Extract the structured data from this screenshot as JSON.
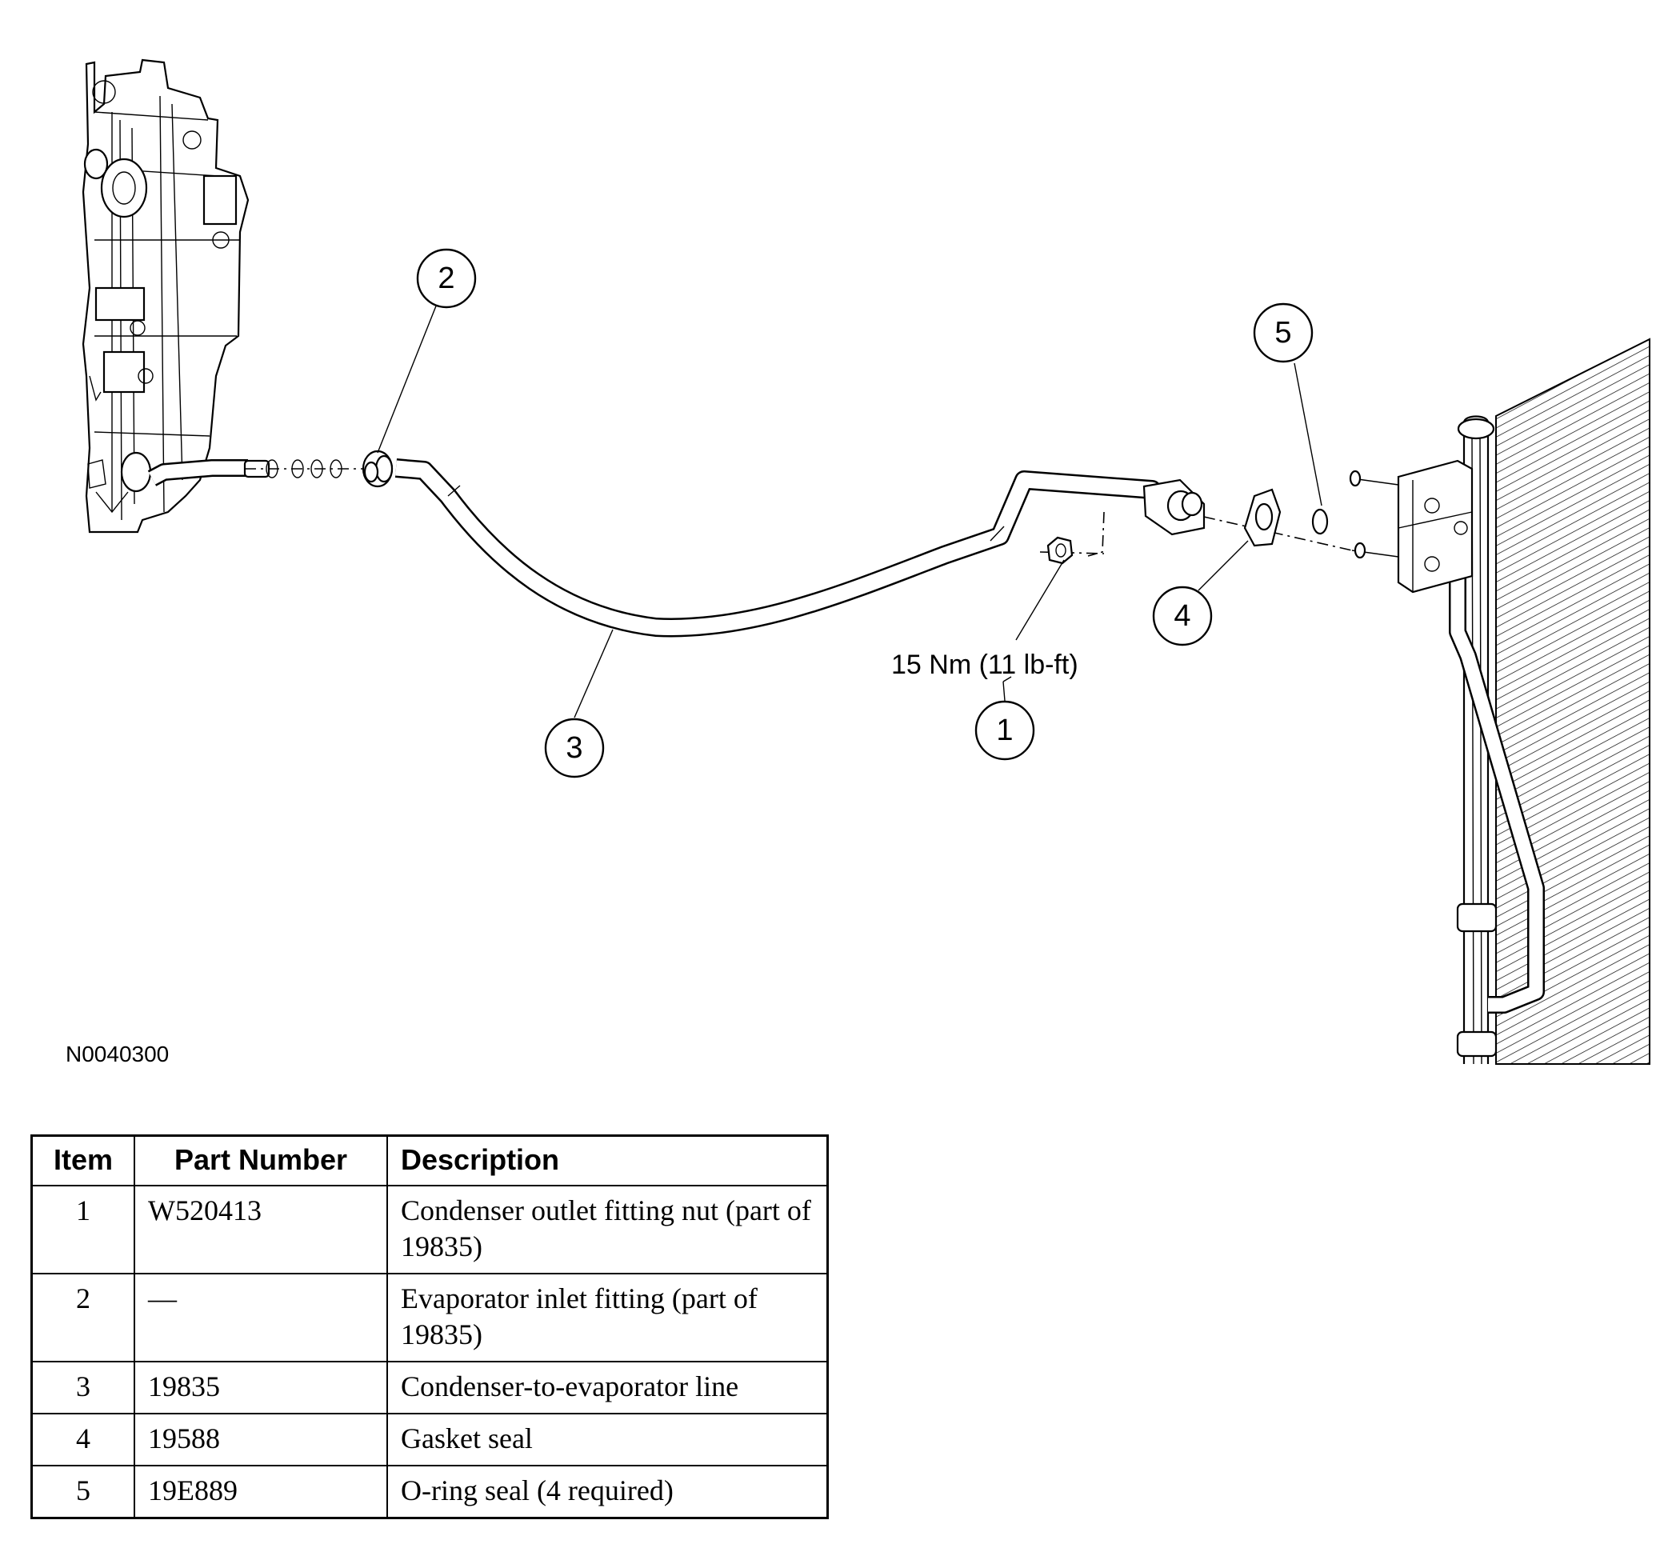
{
  "figure_id": "N0040300",
  "torque_label": "15 Nm (11 lb-ft)",
  "callouts": [
    {
      "id": "callout-1",
      "label": "1"
    },
    {
      "id": "callout-2",
      "label": "2"
    },
    {
      "id": "callout-3",
      "label": "3"
    },
    {
      "id": "callout-4",
      "label": "4"
    },
    {
      "id": "callout-5",
      "label": "5"
    }
  ],
  "table": {
    "headers": [
      "Item",
      "Part Number",
      "Description"
    ],
    "rows": [
      {
        "item": "1",
        "part": "W520413",
        "desc": "Condenser outlet fitting nut (part of 19835)"
      },
      {
        "item": "2",
        "part": "—",
        "desc": "Evaporator inlet fitting (part of 19835)"
      },
      {
        "item": "3",
        "part": "19835",
        "desc": "Condenser-to-evaporator line"
      },
      {
        "item": "4",
        "part": "19588",
        "desc": "Gasket seal"
      },
      {
        "item": "5",
        "part": "19E889",
        "desc": "O-ring seal (4 required)"
      }
    ]
  }
}
